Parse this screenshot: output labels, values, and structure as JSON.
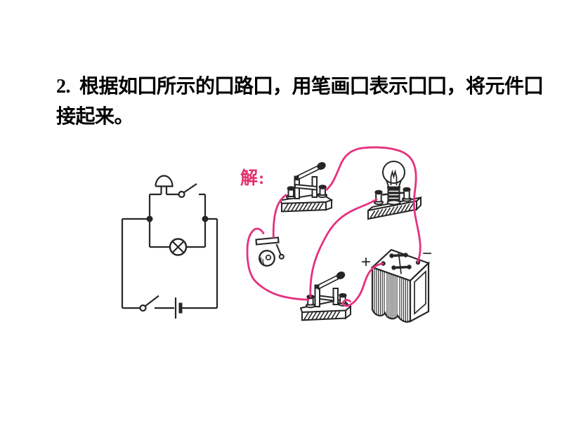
{
  "question": {
    "line1": "2.  根据如□所示的□路□，用笔画□表示□□，将元件□",
    "line2": "接起来。"
  },
  "solution": {
    "label": "解:"
  },
  "battery_labels": {
    "positive": "+",
    "negative": "−"
  },
  "colors": {
    "wire_pink": "#e6317e",
    "ink": "#262626"
  },
  "components": {
    "schematic": [
      "bell",
      "switch",
      "lamp",
      "main-switch",
      "battery-cell"
    ],
    "realistic": [
      "knife-switch",
      "light-bulb",
      "electric-bell",
      "knife-switch",
      "storage-battery"
    ]
  }
}
